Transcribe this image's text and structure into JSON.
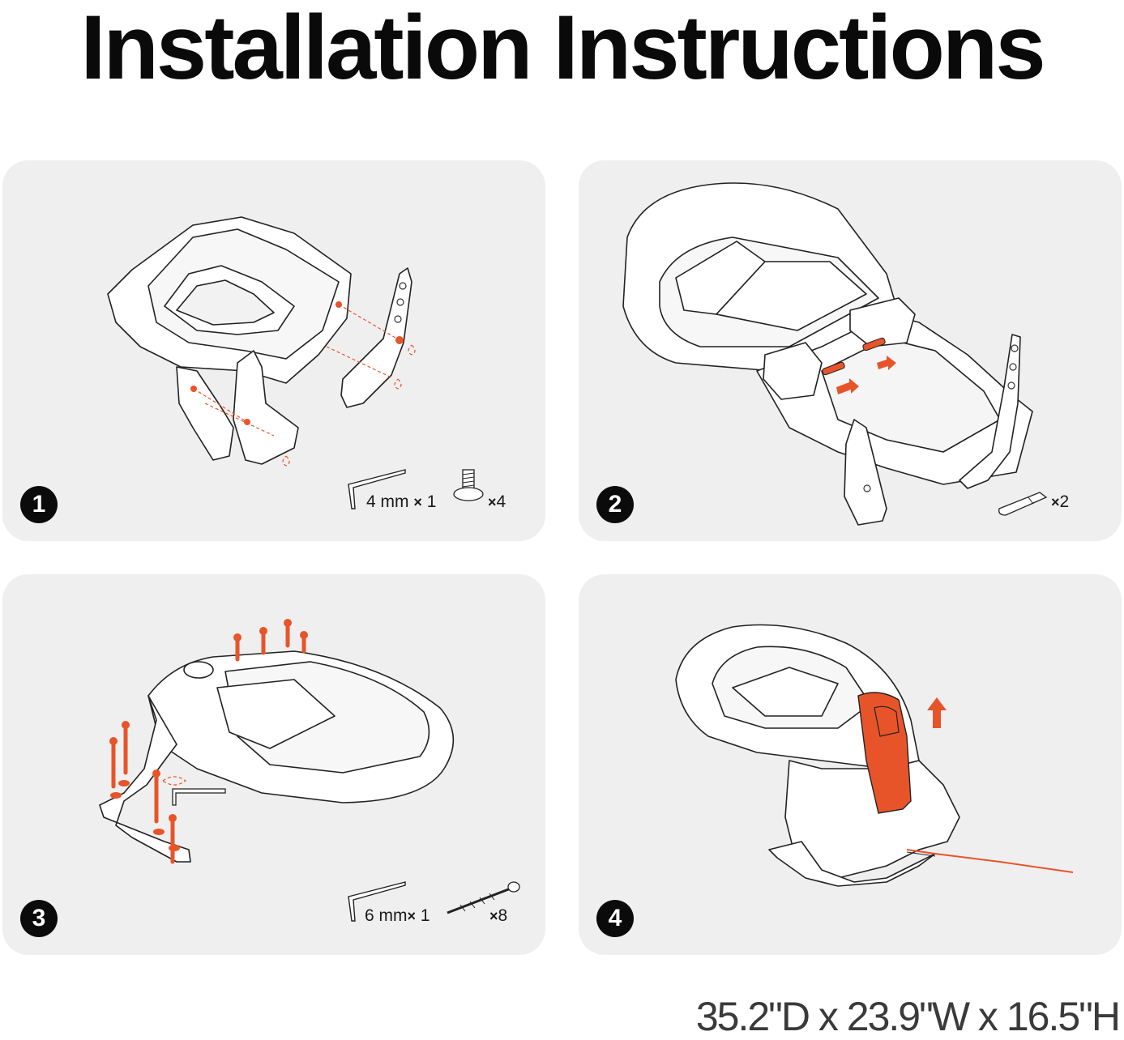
{
  "title": "Installation Instructions",
  "accent_color": "#e8542a",
  "steps": [
    {
      "number": "1",
      "hardware": [
        {
          "icon": "hex-key-icon",
          "label": "4 mm",
          "qty": "1"
        },
        {
          "icon": "bolt-icon",
          "label": "",
          "qty": "4"
        }
      ]
    },
    {
      "number": "2",
      "hardware": [
        {
          "icon": "pin-icon",
          "label": "",
          "qty": "2"
        }
      ]
    },
    {
      "number": "3",
      "hardware": [
        {
          "icon": "hex-key-icon",
          "label": "6 mm",
          "qty": "1"
        },
        {
          "icon": "screw-icon",
          "label": "",
          "qty": "8"
        }
      ]
    },
    {
      "number": "4",
      "hardware": []
    }
  ],
  "mult_symbol": "×",
  "dimensions": "35.2\"D x 23.9\"W x 16.5\"H"
}
